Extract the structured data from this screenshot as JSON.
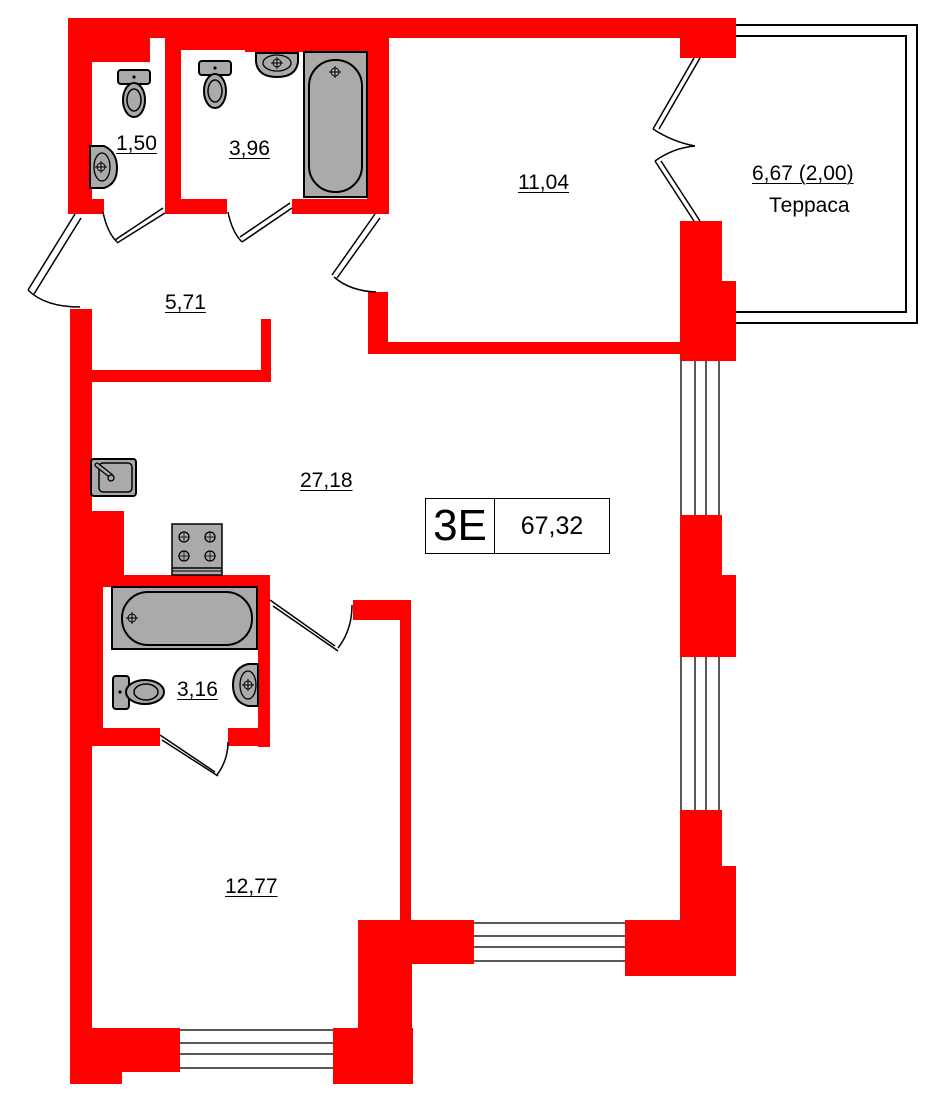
{
  "plan": {
    "apartment_code": "3E",
    "total_area": "67,32",
    "colors": {
      "wall": "#ff0000",
      "fixture": "#aaaaaa",
      "line": "#000000"
    }
  },
  "rooms": [
    {
      "id": "wc",
      "area": "1,50"
    },
    {
      "id": "bathroom-1",
      "area": "3,96"
    },
    {
      "id": "bedroom-1",
      "area": "11,04"
    },
    {
      "id": "terrace",
      "area": "6,67 (2,00)",
      "name": "Терраса"
    },
    {
      "id": "hallway",
      "area": "5,71"
    },
    {
      "id": "kitchen-living",
      "area": "27,18"
    },
    {
      "id": "bathroom-2",
      "area": "3,16"
    },
    {
      "id": "bedroom-2",
      "area": "12,77"
    }
  ],
  "icons": [
    "toilet-icon",
    "washbasin-icon",
    "bathtub-icon",
    "kitchen-sink-icon",
    "stove-icon",
    "door-icon",
    "window-icon"
  ]
}
